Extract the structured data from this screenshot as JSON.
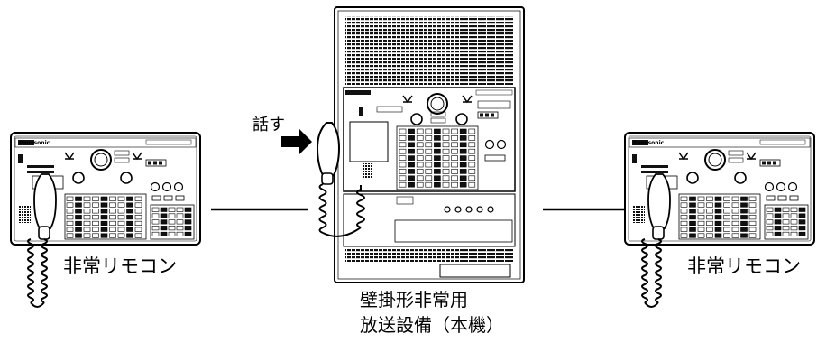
{
  "labels": {
    "remote_left": "非常リモコン",
    "remote_right": "非常リモコン",
    "talk": "話す",
    "main_unit_line1": "壁掛形非常用",
    "main_unit_line2": "放送設備（本機）"
  },
  "device_text": {
    "brand": "Panasonic"
  },
  "colors": {
    "line": "#000000",
    "panel_fill": "#ffffff",
    "dark": "#111111"
  },
  "icons": {
    "arrow": "right-arrow-icon",
    "microphone": "handheld-microphone-icon"
  }
}
